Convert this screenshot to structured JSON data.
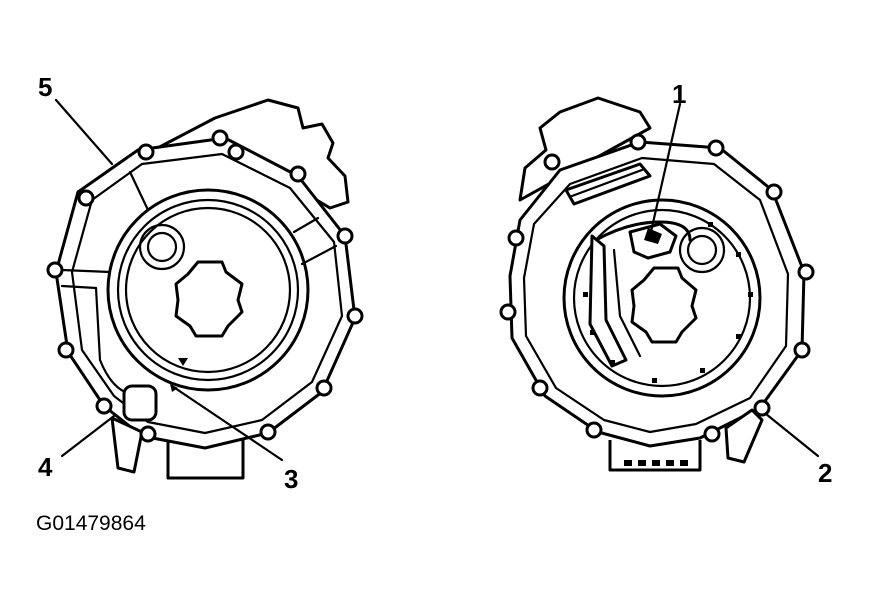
{
  "figure": {
    "id": "G01479864",
    "callouts": [
      {
        "key": "c1",
        "text": "1"
      },
      {
        "key": "c2",
        "text": "2"
      },
      {
        "key": "c3",
        "text": "3"
      },
      {
        "key": "c4",
        "text": "4"
      },
      {
        "key": "c5",
        "text": "5"
      }
    ]
  },
  "colors": {
    "ink": "#000000",
    "paper": "#ffffff"
  }
}
